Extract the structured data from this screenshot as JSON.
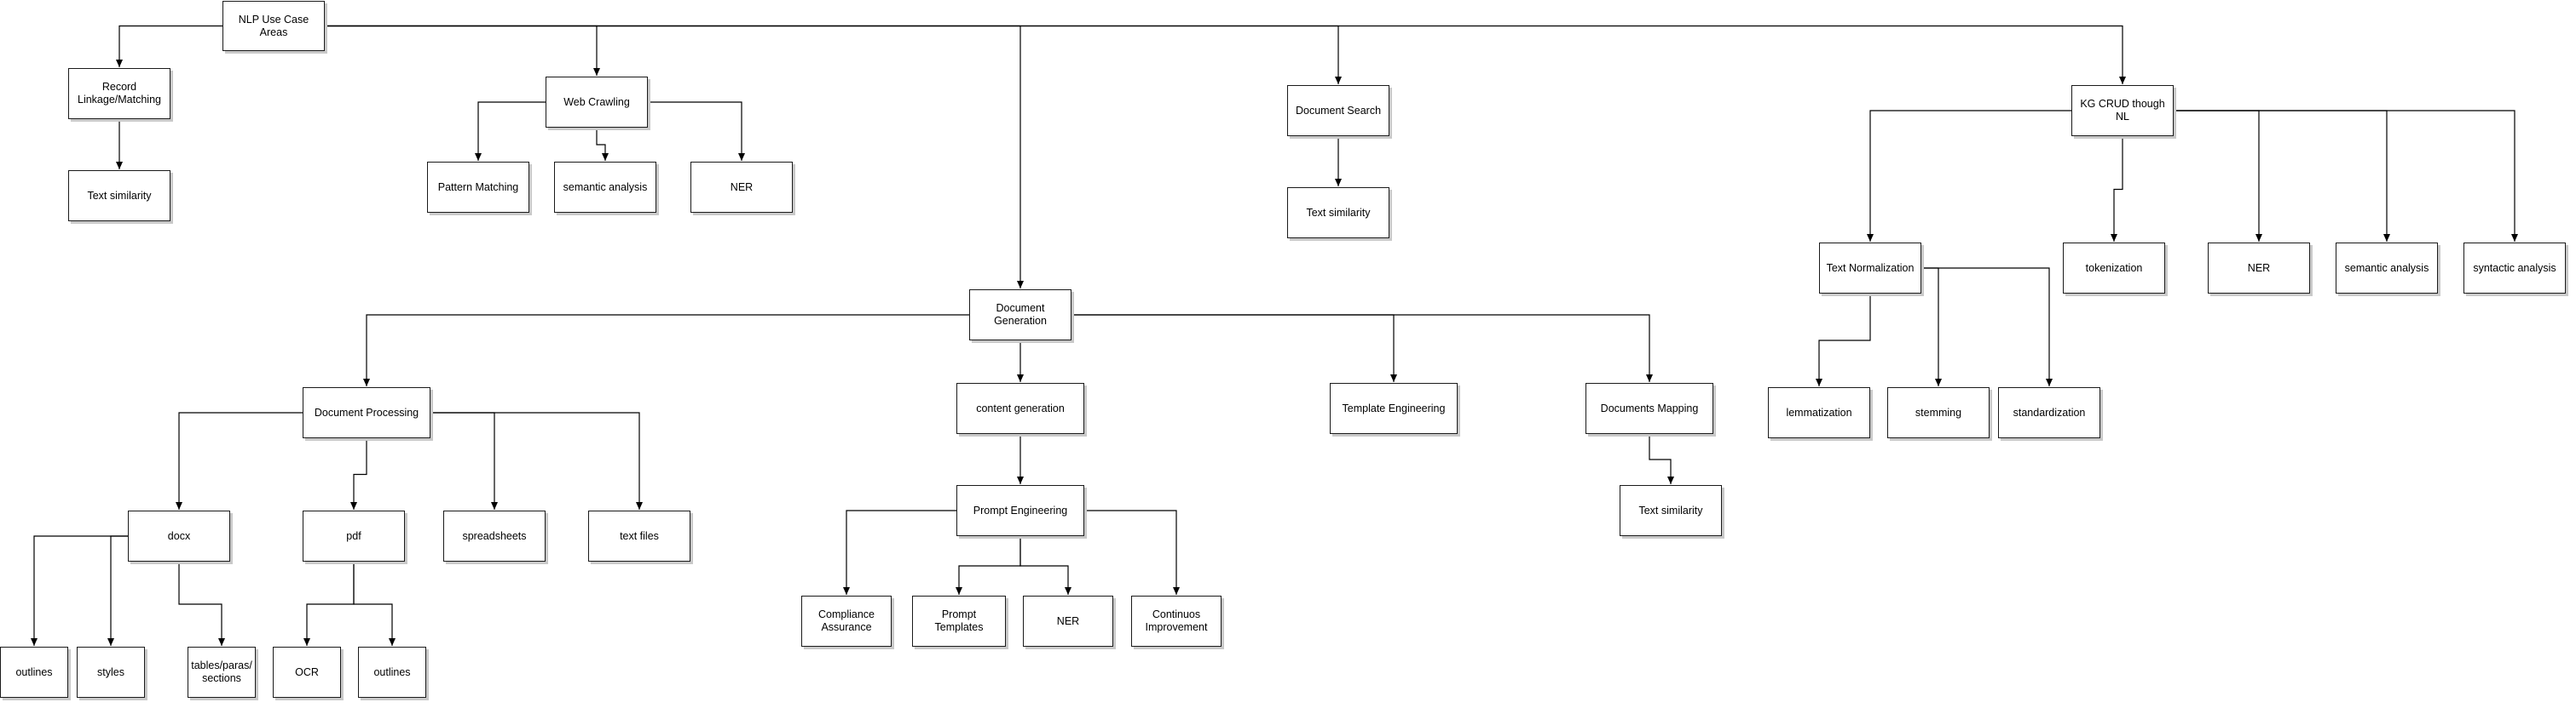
{
  "diagram": {
    "line_color": "#000000",
    "node_border_color": "#1a1a1a",
    "node_fill": "#ffffff",
    "nodes": {
      "root": "NLP Use Case Areas",
      "record_linkage": "Record Linkage/Matching",
      "text_similarity_1": "Text similarity",
      "web_crawling": "Web Crawling",
      "pattern_matching": "Pattern Matching",
      "semantic_analysis_1": "semantic analysis",
      "ner_1": "NER",
      "document_search": "Document Search",
      "text_similarity_2": "Text similarity",
      "kg_crud": "KG CRUD though NL",
      "text_normalization": "Text Normalization",
      "tokenization": "tokenization",
      "ner_2": "NER",
      "semantic_analysis_2": "semantic analysis",
      "syntactic_analysis": "syntactic analysis",
      "lemmatization": "lemmatization",
      "stemming": "stemming",
      "standardization": "standardization",
      "document_generation": "Document Generation",
      "document_processing": "Document Processing",
      "content_generation": "content generation",
      "template_engineering": "Template Engineering",
      "documents_mapping": "Documents Mapping",
      "text_similarity_3": "Text similarity",
      "docx": "docx",
      "pdf": "pdf",
      "spreadsheets": "spreadsheets",
      "text_files": "text files",
      "outlines_1": "outlines",
      "styles": "styles",
      "tables_paras_sections": "tables/paras/ sections",
      "ocr": "OCR",
      "outlines_2": "outlines",
      "prompt_engineering": "Prompt Engineering",
      "compliance_assurance": "Compliance Assurance",
      "prompt_templates": "Prompt Templates",
      "ner_3": "NER",
      "continuos_improvement": "Continuos Improvement"
    },
    "edges": [
      [
        "root",
        "record_linkage"
      ],
      [
        "root",
        "web_crawling"
      ],
      [
        "root",
        "document_generation"
      ],
      [
        "root",
        "document_search"
      ],
      [
        "root",
        "kg_crud"
      ],
      [
        "record_linkage",
        "text_similarity_1"
      ],
      [
        "web_crawling",
        "pattern_matching"
      ],
      [
        "web_crawling",
        "semantic_analysis_1"
      ],
      [
        "web_crawling",
        "ner_1"
      ],
      [
        "document_search",
        "text_similarity_2"
      ],
      [
        "kg_crud",
        "text_normalization"
      ],
      [
        "kg_crud",
        "tokenization"
      ],
      [
        "kg_crud",
        "ner_2"
      ],
      [
        "kg_crud",
        "semantic_analysis_2"
      ],
      [
        "kg_crud",
        "syntactic_analysis"
      ],
      [
        "text_normalization",
        "lemmatization"
      ],
      [
        "text_normalization",
        "stemming"
      ],
      [
        "text_normalization",
        "standardization"
      ],
      [
        "document_generation",
        "document_processing"
      ],
      [
        "document_generation",
        "content_generation"
      ],
      [
        "document_generation",
        "template_engineering"
      ],
      [
        "document_generation",
        "documents_mapping"
      ],
      [
        "documents_mapping",
        "text_similarity_3"
      ],
      [
        "document_processing",
        "docx"
      ],
      [
        "document_processing",
        "pdf"
      ],
      [
        "document_processing",
        "spreadsheets"
      ],
      [
        "document_processing",
        "text_files"
      ],
      [
        "docx",
        "outlines_1"
      ],
      [
        "docx",
        "styles"
      ],
      [
        "docx",
        "tables_paras_sections"
      ],
      [
        "pdf",
        "ocr"
      ],
      [
        "pdf",
        "outlines_2"
      ],
      [
        "content_generation",
        "prompt_engineering"
      ],
      [
        "prompt_engineering",
        "compliance_assurance"
      ],
      [
        "prompt_engineering",
        "prompt_templates"
      ],
      [
        "prompt_engineering",
        "ner_3"
      ],
      [
        "prompt_engineering",
        "continuos_improvement"
      ]
    ]
  }
}
